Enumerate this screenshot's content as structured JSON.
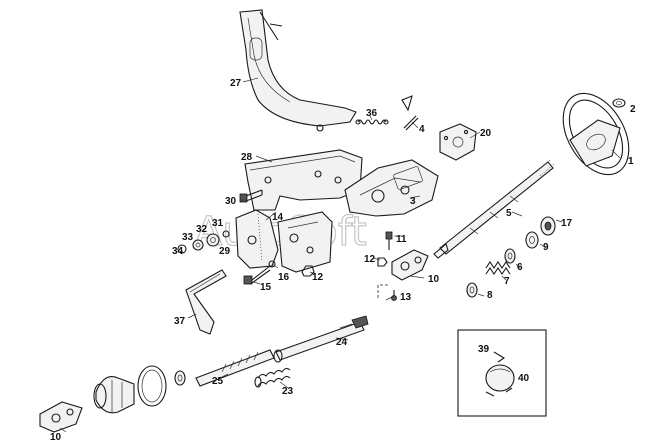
{
  "watermark": "AutoSoft",
  "callouts": [
    "1",
    "2",
    "3",
    "4",
    "5",
    "6",
    "7",
    "8",
    "9",
    "10",
    "10",
    "11",
    "12",
    "12",
    "13",
    "14",
    "15",
    "16",
    "17",
    "20",
    "23",
    "24",
    "25",
    "27",
    "28",
    "29",
    "30",
    "31",
    "32",
    "33",
    "34",
    "36",
    "37",
    "39",
    "40"
  ]
}
